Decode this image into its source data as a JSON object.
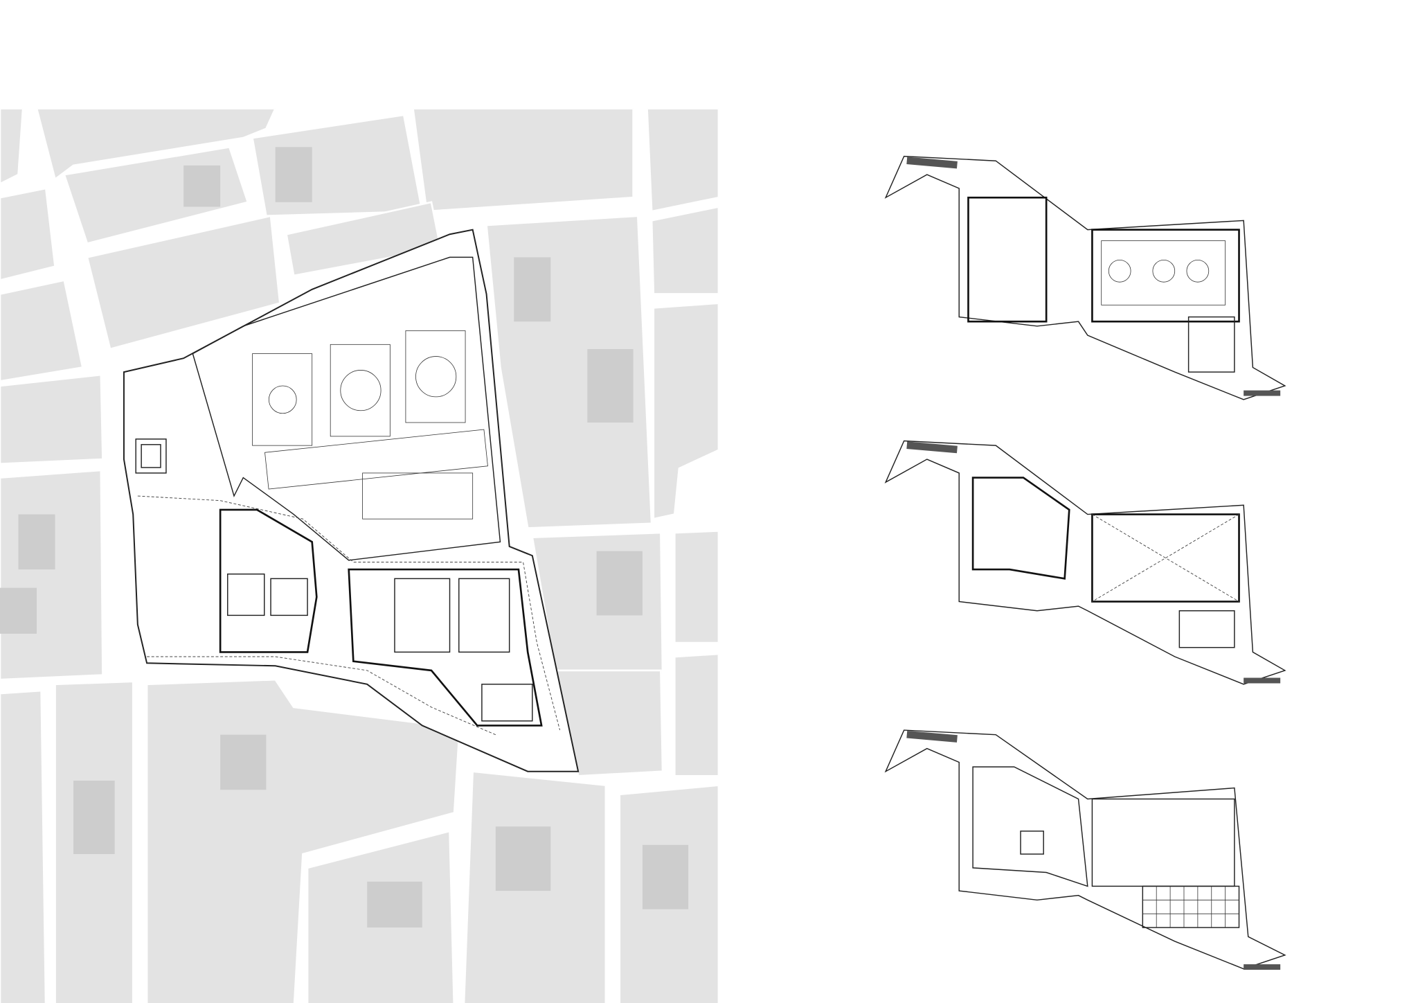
{
  "colors": {
    "background": "#ffffff",
    "city_block": "#e3e3e3",
    "city_block_shadow": "#cdcdcd",
    "street": "#ffffff",
    "linework": "#222222"
  },
  "drawings": {
    "site_plan": "site-plan",
    "floor_plans": [
      "upper-floor-plan",
      "middle-floor-plan",
      "roof-plan"
    ]
  }
}
